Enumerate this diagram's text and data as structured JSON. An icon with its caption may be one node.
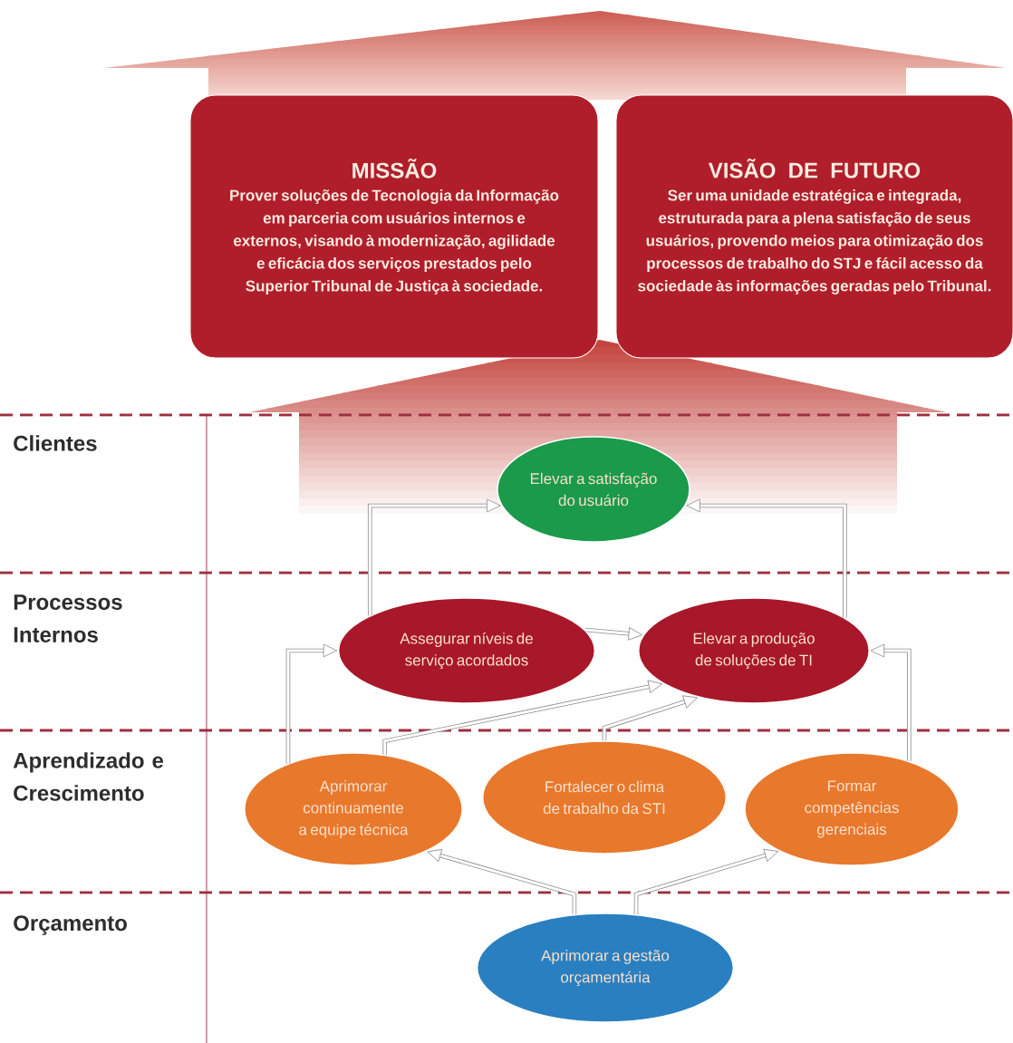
{
  "diagram": {
    "nodes": [
      {
        "text": [
          "MISSÃO",
          "Prover soluções de Tecnologia da Informação em parceria com usuários internos e externos, visando à modernização, agilidade e eficácia dos serviços prestados pelo Superior Tribunal de Justiça à sociedade."
        ]
      },
      {
        "text": [
          "VISÃO DE FUTURO",
          "Ser uma unidade estratégica e integrada, estruturada para a plena satisfação de seus usuários, provendo meios para otimização dos processos de trabalho do STJ e fácil acesso da sociedade às informações geradas pelo Tribunal."
        ]
      },
      {
        "text": [
          "Elevar a satisfação do usuário"
        ]
      },
      {
        "text": [
          "Assegurar níveis de serviço acordados"
        ]
      },
      {
        "text": [
          "Elevar a produção de soluções de TI"
        ]
      },
      {
        "text": [
          "Aprimorar continuamente a equipe técnica"
        ]
      },
      {
        "text": [
          "Fortalecer o clima de trabalho da STI"
        ]
      },
      {
        "text": [
          "Formar competências gerenciais"
        ]
      },
      {
        "text": [
          "Aprimorar a gestão orçamentária"
        ]
      }
    ],
    "edges": [
      {
        "from": 3,
        "to": 2,
        "arrow": "to"
      },
      {
        "from": 4,
        "to": 2,
        "arrow": "to"
      },
      {
        "from": 3,
        "to": 4,
        "arrow": "to"
      },
      {
        "from": 5,
        "to": 3,
        "arrow": "to"
      },
      {
        "from": 5,
        "to": 4,
        "arrow": "to"
      },
      {
        "from": 6,
        "to": 4,
        "arrow": "to"
      },
      {
        "from": 7,
        "to": 4,
        "arrow": "to"
      },
      {
        "from": 8,
        "to": 5,
        "arrow": "to"
      },
      {
        "from": 8,
        "to": 7,
        "arrow": "to"
      }
    ],
    "labels": [
      "Clientes",
      "Processos Internos",
      "Aprendizado e Crescimento",
      "Orçamento"
    ]
  }
}
